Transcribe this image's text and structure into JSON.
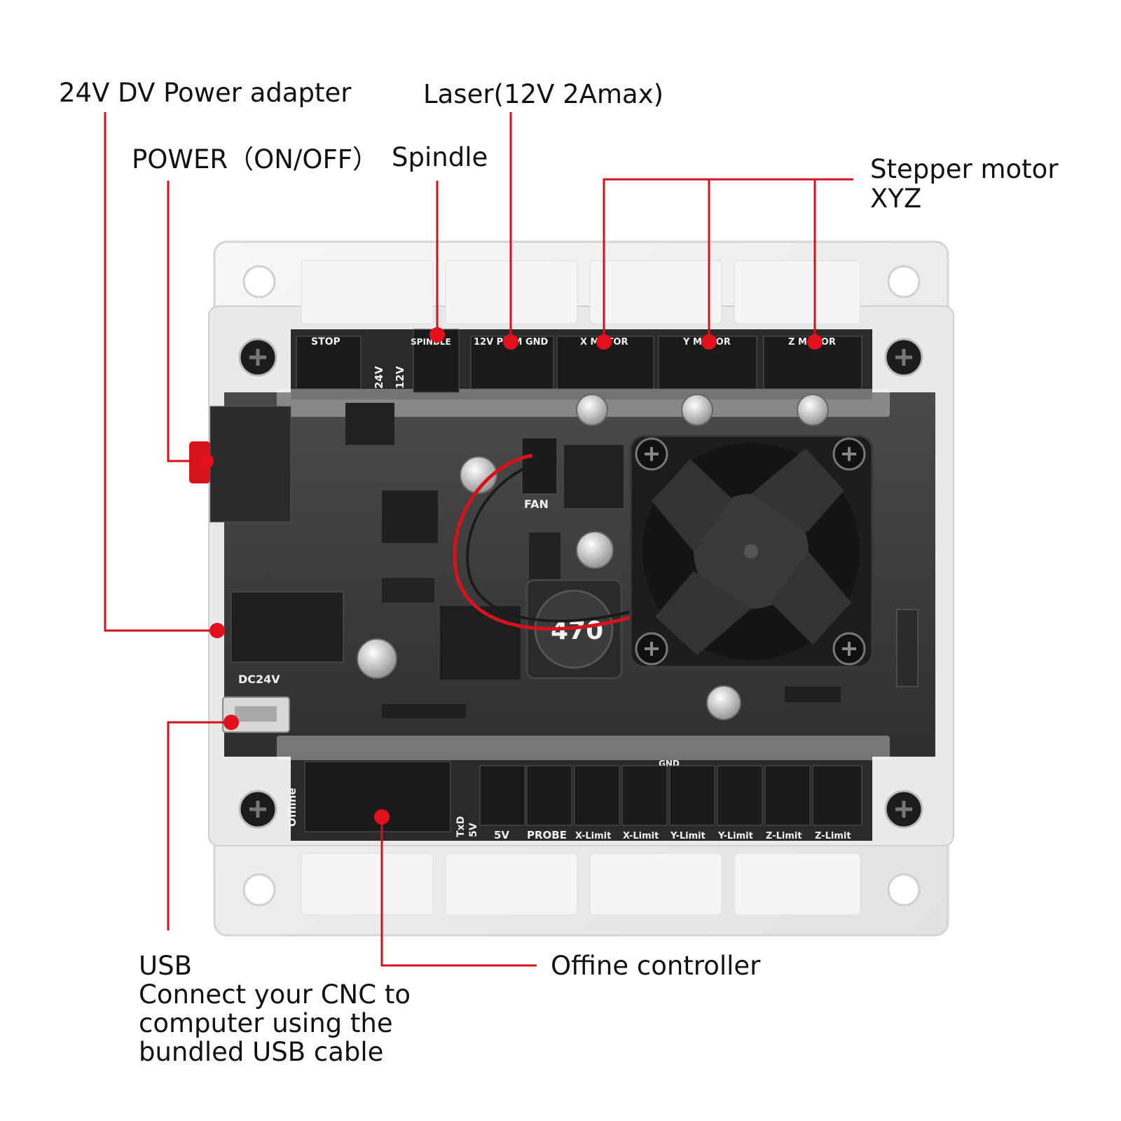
{
  "callouts": {
    "power_adapter": "24V DV Power adapter",
    "laser": "Laser(12V 2Amax)",
    "power_switch": "POWER（ON/OFF）",
    "spindle": "Spindle",
    "stepper": [
      "Stepper motor",
      "XYZ"
    ],
    "usb": [
      "USB",
      "Connect your CNC to",
      "computer using the",
      "bundled USB cable"
    ],
    "offline": "Offine controller"
  },
  "board": {
    "top_connectors": [
      "STOP",
      "SPINDLE",
      "12V PWM GND",
      "X MOTOR",
      "Y MOTOR",
      "Z MOTOR"
    ],
    "jumper_labels": [
      "24V",
      "12V"
    ],
    "fan_label": "FAN",
    "inductor_value": "470",
    "dc_label": "DC24V",
    "offline_label": "Offline",
    "uart_labels": [
      "TxD",
      "5V"
    ],
    "bottom_connectors": [
      "5V",
      "PROBE",
      "X-Limit",
      "X-Limit",
      "Y-Limit",
      "Y-Limit",
      "Z-Limit",
      "Z-Limit"
    ],
    "gnd_label": "GND"
  },
  "colors": {
    "callout_line": "#d1121c",
    "callout_dot": "#e3101e",
    "pcb": "#3a3a3a",
    "case": "#eeeeee"
  }
}
